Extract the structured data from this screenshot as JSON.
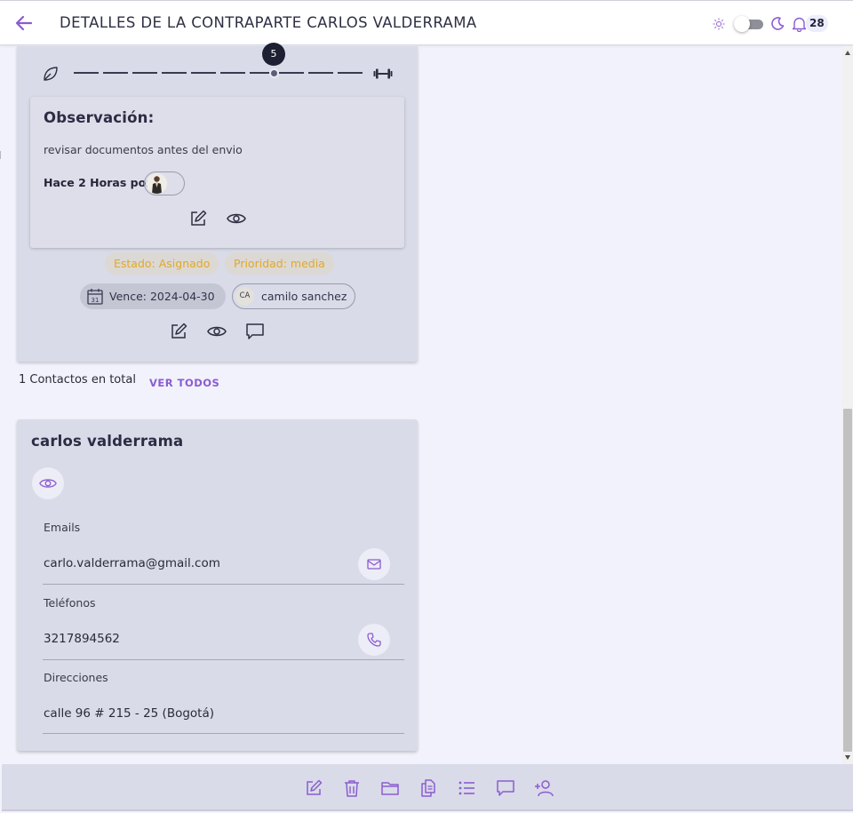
{
  "header": {
    "title": "DETALLES DE LA CONTRAPARTE CARLOS VALDERRAMA",
    "notifications_count": "28",
    "dark_mode": false
  },
  "task": {
    "slider_value": "5",
    "slider_min_icon": "leaf-icon",
    "slider_max_icon": "dumbbell-icon",
    "observation": {
      "title": "Observación:",
      "text": "revisar documentos antes del envio",
      "meta": "Hace 2 Horas por"
    },
    "estado": "Estado: Asignado",
    "prioridad": "Prioridad: media",
    "vence": "Vence: 2024-04-30",
    "assignee_initials": "CA",
    "assignee": "camilo sanchez",
    "status_color": "#e0a92a"
  },
  "contacts": {
    "total_text": "1 Contactos en total",
    "ver_todos": "VER TODOS"
  },
  "contact": {
    "name": "carlos valderrama",
    "emails_label": "Emails",
    "email": "carlo.valderrama@gmail.com",
    "phones_label": "Teléfonos",
    "phone": "3217894562",
    "addresses_label": "Direcciones",
    "address": "calle 96 # 215 - 25 (Bogotá)"
  },
  "toolbar": {
    "icons": [
      "edit-icon",
      "trash-icon",
      "folder-icon",
      "documents-icon",
      "list-icon",
      "comment-icon",
      "add-user-icon"
    ]
  },
  "colors": {
    "accent": "#8b5cd1",
    "card": "#d9dbe8",
    "background": "#f1f2fb"
  }
}
